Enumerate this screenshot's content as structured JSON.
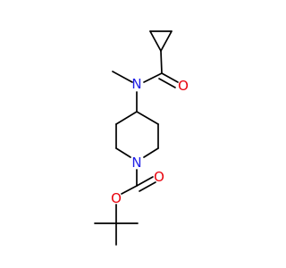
{
  "molecule": {
    "atoms": {
      "n_amide": {
        "symbol": "N",
        "color": "#1f1fe6"
      },
      "o_amide": {
        "symbol": "O",
        "color": "#e8000b"
      },
      "n_ring": {
        "symbol": "N",
        "color": "#1f1fe6"
      },
      "o_carbonyl": {
        "symbol": "O",
        "color": "#e8000b"
      },
      "o_ester": {
        "symbol": "O",
        "color": "#e8000b"
      }
    },
    "bond_color": "#000000"
  }
}
